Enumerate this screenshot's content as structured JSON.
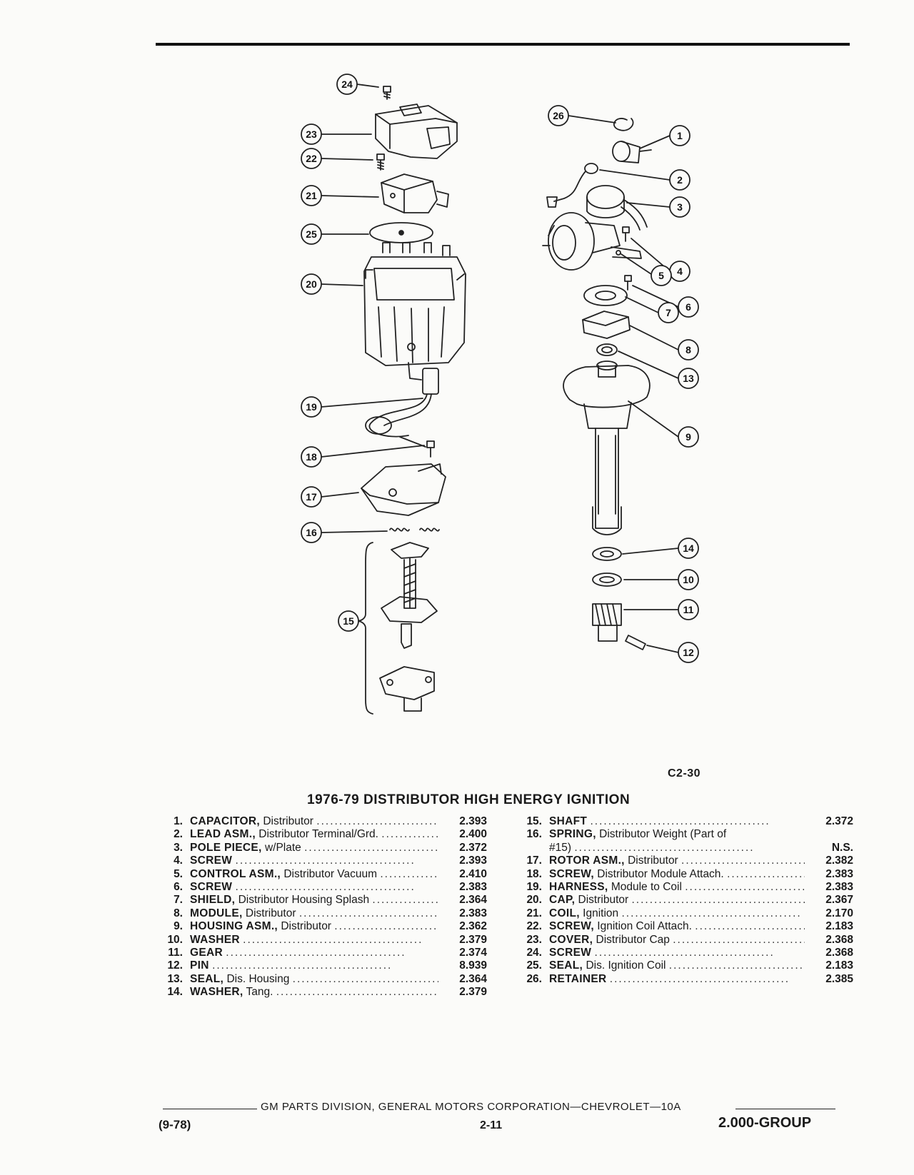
{
  "figure": {
    "code": "C2-30",
    "callouts": [
      "1",
      "2",
      "3",
      "4",
      "5",
      "6",
      "7",
      "8",
      "9",
      "10",
      "11",
      "12",
      "13",
      "14",
      "15",
      "16",
      "17",
      "18",
      "19",
      "20",
      "21",
      "22",
      "23",
      "24",
      "25",
      "26"
    ]
  },
  "title": "1976-79 DISTRIBUTOR HIGH ENERGY IGNITION",
  "parts_left": [
    {
      "num": "1.",
      "name": "CAPACITOR,",
      "desc": "Distributor",
      "code": "2.393"
    },
    {
      "num": "2.",
      "name": "LEAD ASM.,",
      "desc": "Distributor Terminal/Grd.",
      "code": "2.400"
    },
    {
      "num": "3.",
      "name": "POLE PIECE,",
      "desc": "w/Plate",
      "code": "2.372"
    },
    {
      "num": "4.",
      "name": "SCREW",
      "desc": "",
      "code": "2.393"
    },
    {
      "num": "5.",
      "name": "CONTROL ASM.,",
      "desc": "Distributor Vacuum",
      "code": "2.410"
    },
    {
      "num": "6.",
      "name": "SCREW",
      "desc": "",
      "code": "2.383"
    },
    {
      "num": "7.",
      "name": "SHIELD,",
      "desc": "Distributor Housing Splash",
      "code": "2.364"
    },
    {
      "num": "8.",
      "name": "MODULE,",
      "desc": "Distributor",
      "code": "2.383"
    },
    {
      "num": "9.",
      "name": "HOUSING ASM.,",
      "desc": "Distributor",
      "code": "2.362"
    },
    {
      "num": "10.",
      "name": "WASHER",
      "desc": "",
      "code": "2.379"
    },
    {
      "num": "11.",
      "name": "GEAR",
      "desc": "",
      "code": "2.374"
    },
    {
      "num": "12.",
      "name": "PIN",
      "desc": "",
      "code": "8.939"
    },
    {
      "num": "13.",
      "name": "SEAL,",
      "desc": "Dis. Housing",
      "code": "2.364"
    },
    {
      "num": "14.",
      "name": "WASHER,",
      "desc": "Tang.",
      "code": "2.379"
    }
  ],
  "parts_right": [
    {
      "num": "15.",
      "name": "SHAFT",
      "desc": "",
      "code": "2.372"
    },
    {
      "num": "16.",
      "name": "SPRING,",
      "desc": "Distributor Weight (Part of",
      "cont": "#15)",
      "code": "N.S."
    },
    {
      "num": "17.",
      "name": "ROTOR ASM.,",
      "desc": "Distributor",
      "code": "2.382"
    },
    {
      "num": "18.",
      "name": "SCREW,",
      "desc": "Distributor Module Attach.",
      "code": "2.383"
    },
    {
      "num": "19.",
      "name": "HARNESS,",
      "desc": "Module to Coil",
      "code": "2.383"
    },
    {
      "num": "20.",
      "name": "CAP,",
      "desc": "Distributor",
      "code": "2.367"
    },
    {
      "num": "21.",
      "name": "COIL,",
      "desc": "Ignition",
      "code": "2.170"
    },
    {
      "num": "22.",
      "name": "SCREW,",
      "desc": "Ignition Coil Attach.",
      "code": "2.183"
    },
    {
      "num": "23.",
      "name": "COVER,",
      "desc": "Distributor Cap",
      "code": "2.368"
    },
    {
      "num": "24.",
      "name": "SCREW",
      "desc": "",
      "code": "2.368"
    },
    {
      "num": "25.",
      "name": "SEAL,",
      "desc": "Dis. Ignition Coil",
      "code": "2.183"
    },
    {
      "num": "26.",
      "name": "RETAINER",
      "desc": "",
      "code": "2.385"
    }
  ],
  "footer": {
    "text": "GM PARTS DIVISION, GENERAL MOTORS CORPORATION—CHEVROLET—10A",
    "date": "(9-78)",
    "page": "2-11",
    "group": "2.000-GROUP"
  }
}
